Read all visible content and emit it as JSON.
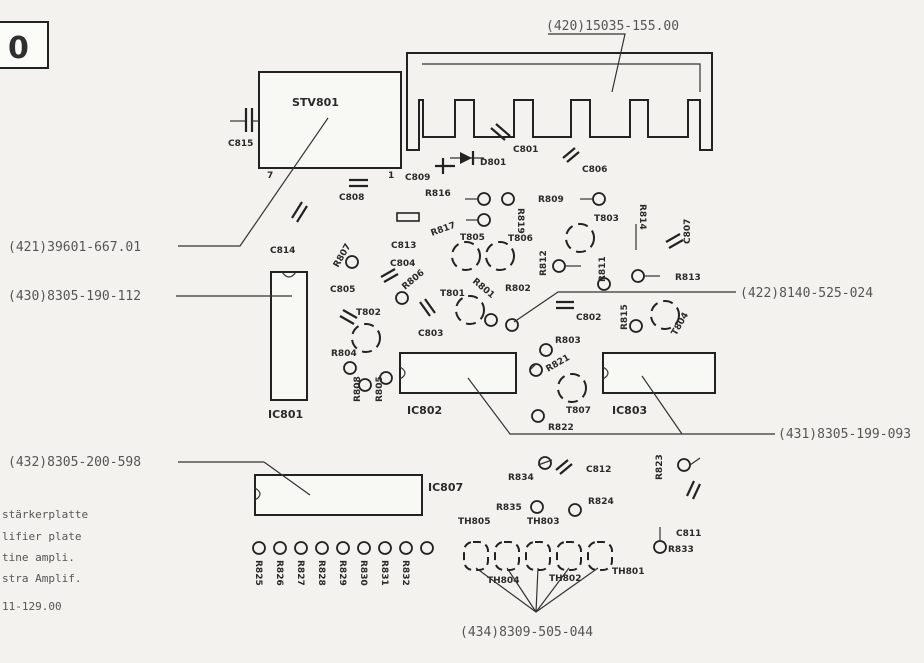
{
  "page_number": "0",
  "components": {
    "ic": [
      "STV801",
      "IC801",
      "IC802",
      "IC803",
      "IC807"
    ],
    "capacitors": [
      "C801",
      "C802",
      "C803",
      "C804",
      "C805",
      "C806",
      "C807",
      "C808",
      "C809",
      "C811",
      "C812",
      "C813",
      "C814",
      "C815"
    ],
    "transistors": [
      "T801",
      "T802",
      "T803",
      "T804",
      "T805",
      "T806",
      "T807"
    ],
    "diodes": [
      "D801"
    ],
    "thermistors": [
      "TH801",
      "TH802",
      "TH803",
      "TH804",
      "TH805"
    ],
    "resistors": [
      "R804",
      "R805",
      "R806",
      "R807",
      "R808",
      "R809",
      "R811",
      "R812",
      "R813",
      "R814",
      "R815",
      "R816",
      "R817",
      "R819",
      "R821",
      "R822",
      "R823",
      "R824",
      "R833",
      "R834",
      "R835",
      "R802",
      "R803",
      "R801"
    ],
    "bottom_resistors": [
      "R825",
      "R826",
      "R827",
      "R828",
      "R829",
      "R830",
      "R831",
      "R832"
    ]
  },
  "callouts": {
    "heatsink": "(420)15035-155.00",
    "stv": "(421)39601-667.01",
    "ic801": "(430)8305-190-112",
    "pcb": "(422)8140-525-024",
    "ic803": "(431)8305-199-093",
    "ic807": "(432)8305-200-598",
    "thermistors": "(434)8309-505-044"
  },
  "side_text": [
    "stärkerplatte",
    "lifier plate",
    "tine ampli.",
    "stra Amplif."
  ],
  "side_code": "11-129.00",
  "pin_marks": [
    "7",
    "1"
  ]
}
